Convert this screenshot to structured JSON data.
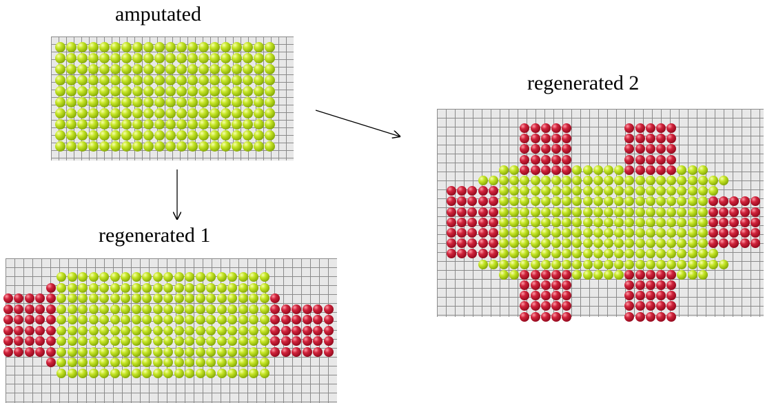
{
  "labels": {
    "amputated": "amputated",
    "regenerated_1": "regenerated 1",
    "regenerated_2": "regenerated 2"
  },
  "colors": {
    "original_tissue": "#b5d61a",
    "regenerated_tissue": "#b51a32",
    "grid_line": "#8a8a8a",
    "grid_background": "#e8e8e8"
  },
  "panels": {
    "amputated": {
      "body_columns": 20,
      "body_rows": 10,
      "regenerated_blocks": 0
    },
    "regenerated_1": {
      "body_columns": 20,
      "body_rows": 10,
      "regenerated_blocks": 2
    },
    "regenerated_2": {
      "body_columns": 20,
      "body_rows": 10,
      "regenerated_blocks": 6
    }
  }
}
